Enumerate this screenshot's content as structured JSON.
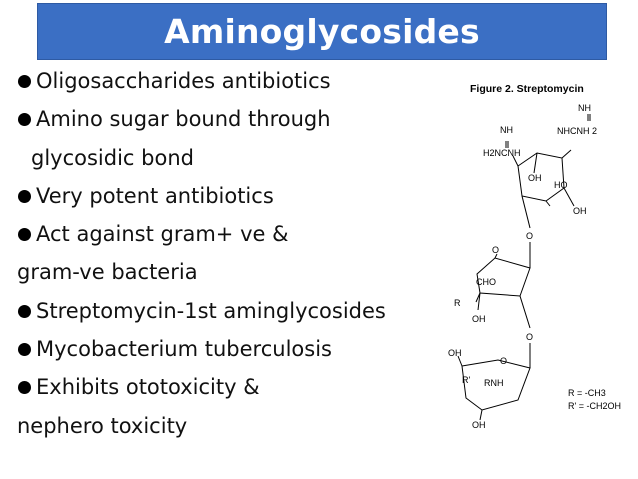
{
  "slide": {
    "title": "Aminoglycosides",
    "colors": {
      "title_background": "#3b6fc4",
      "title_text": "#ffffff",
      "body_text": "#111111"
    },
    "bullets": [
      {
        "text": "Oligosaccharides antibiotics"
      },
      {
        "text": "Amino sugar bound through",
        "continuation": "glycosidic bond"
      },
      {
        "text": "Very potent antibiotics"
      },
      {
        "text": "Act against gram+ ve &",
        "continuation": "gram-ve bacteria"
      },
      {
        "text": "Streptomycin-1st aminglycosides"
      },
      {
        "text": "Mycobacterium tuberculosis"
      },
      {
        "text": "Exhibits ototoxicity &",
        "continuation": "nephero toxicity"
      }
    ]
  },
  "figure": {
    "caption": "Figure 2.  Streptomycin",
    "labels": {
      "nh_left": "NH",
      "h2ncnh": "H2NCNH",
      "nh_right": "NH",
      "nhcnh2": "NHCNH 2",
      "oh_top_ring": "OH",
      "ho": "HO",
      "oh_top_right": "OH",
      "o_link1": "O",
      "o_ring2": "O",
      "cho": "CHO",
      "r": "R",
      "oh_mid": "OH",
      "o_link2": "O",
      "oh_bottom_left": "OH",
      "o_ring3": "O",
      "r_prime": "R'",
      "rnh": "RNH",
      "oh_bottom": "OH",
      "legend_r": "R = -CH3",
      "legend_r_prime": "R' = -CH2OH"
    }
  }
}
